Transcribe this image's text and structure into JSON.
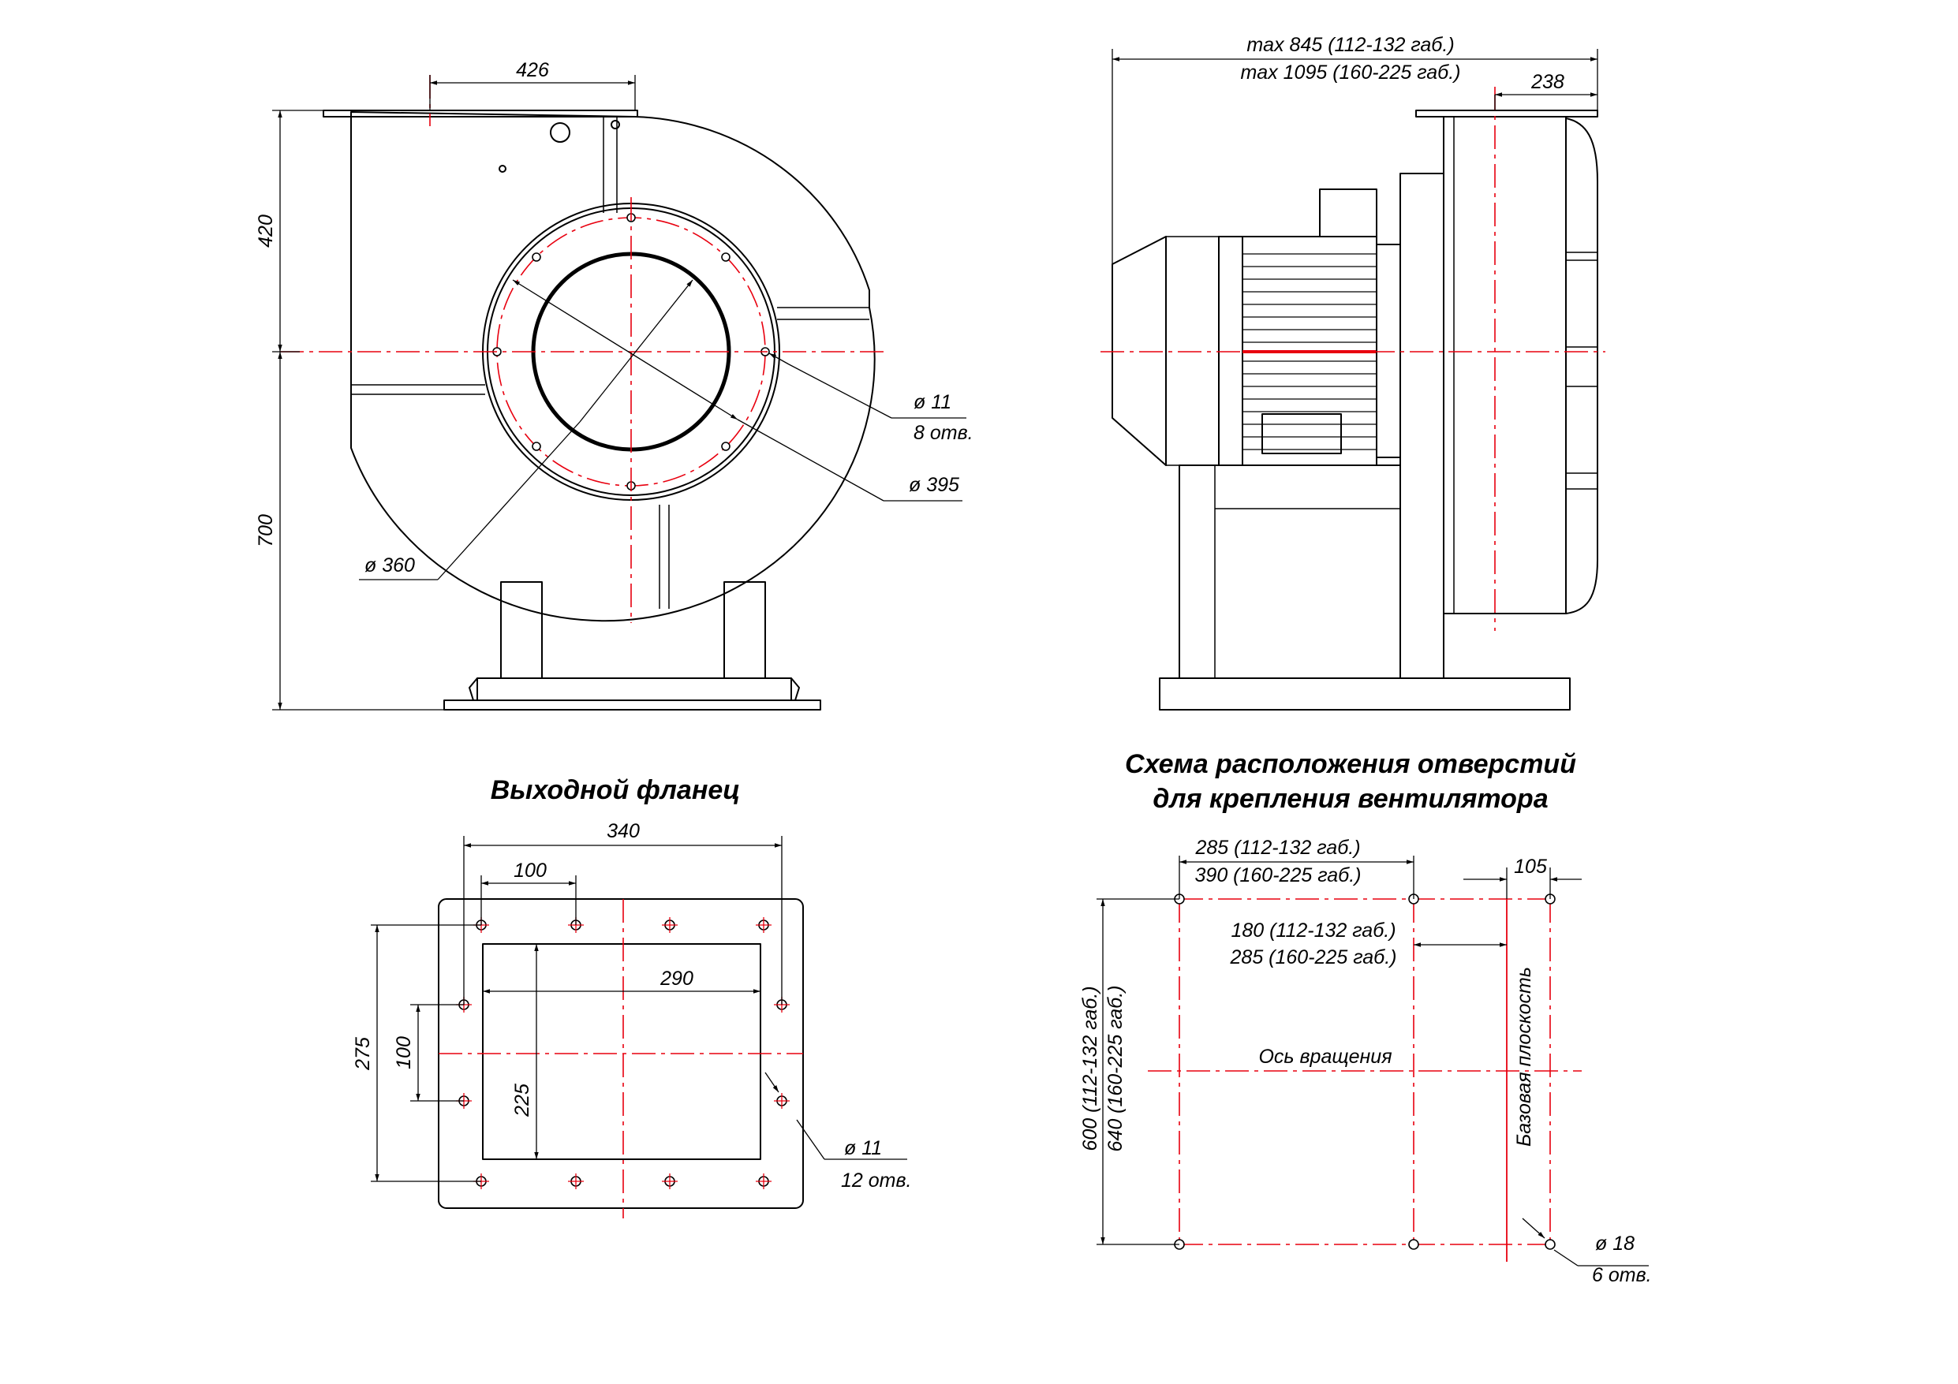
{
  "views": {
    "front": {
      "dims": {
        "width_top": "426",
        "height_upper": "420",
        "height_lower": "700"
      },
      "callouts": {
        "hole_diameter": "ø 11",
        "hole_count": "8 отв.",
        "bolt_circle": "ø 395",
        "inlet_diameter": "ø 360"
      }
    },
    "side": {
      "dims": {
        "max_length_small": "max 845 (112-132 габ.)",
        "max_length_large": "max 1095 (160-225 габ.)",
        "width_impeller": "238"
      }
    },
    "outlet_flange": {
      "title": "Выходной фланец",
      "dims": {
        "overall_width": "340",
        "hole_pitch": "100",
        "opening_width": "290",
        "overall_height": "275",
        "side_pitch": "100",
        "opening_height": "225"
      },
      "callouts": {
        "hole_diameter": "ø 11",
        "hole_count": "12 отв."
      }
    },
    "mounting_scheme": {
      "title_line1": "Схема расположения отверстий",
      "title_line2": "для крепления вентилятора",
      "dims": {
        "top_small": "285 (112-132 габ.)",
        "top_large": "390 (160-225 габ.)",
        "offset": "105",
        "mid_small": "180 (112-132 габ.)",
        "mid_large": "285 (160-225 габ.)",
        "height_small": "600 (112-132 габ.)",
        "height_large": "640 (160-225 габ.)"
      },
      "labels": {
        "rotation_axis": "Ось вращения",
        "base_plane": "Базовая плоскость"
      },
      "callouts": {
        "hole_diameter": "ø 18",
        "hole_count": "6 отв."
      }
    }
  }
}
